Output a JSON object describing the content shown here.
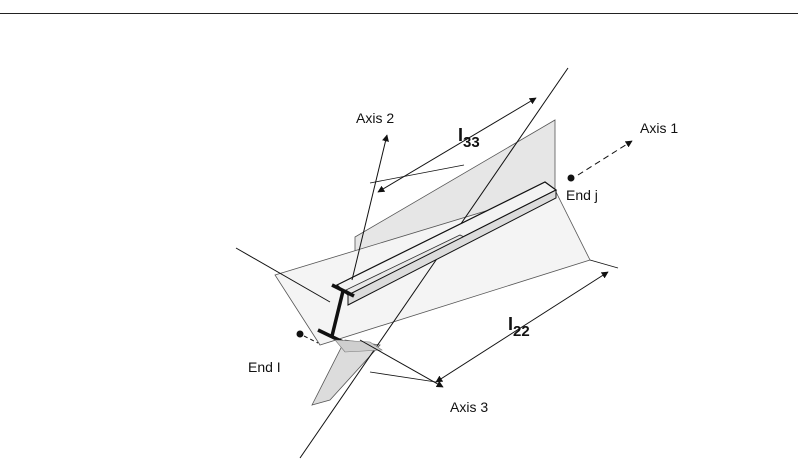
{
  "diagram": {
    "labels": {
      "axis1": "Axis 1",
      "axis2": "Axis 2",
      "axis3": "Axis 3",
      "end_i": "End I",
      "end_j": "End j",
      "i33_main": "I",
      "i33_sub": "33",
      "i22_main": "I",
      "i22_sub": "22"
    },
    "colors": {
      "line": "#111111",
      "plane_fill": "#e4e4e4",
      "beam_fill": "#f2f2f2"
    }
  }
}
